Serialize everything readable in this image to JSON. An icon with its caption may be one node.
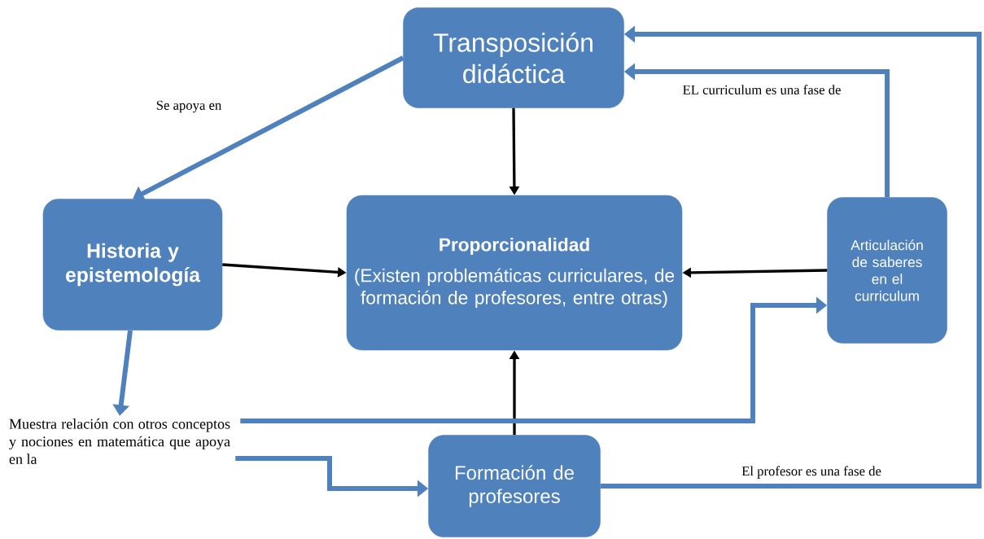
{
  "diagram": {
    "nodes": [
      {
        "text": [
          "Transposición didáctica"
        ]
      },
      {
        "text": [
          "Historia y epistemología"
        ]
      },
      {
        "text": [
          "Proporcionalidad",
          "(Existen problemáticas curriculares, de formación de profesores, entre otras)"
        ]
      },
      {
        "text": [
          "Articulación de saberes en el curriculum"
        ]
      },
      {
        "text": [
          "Muestra relación con otros conceptos y nociones en matemática que apoya en la"
        ]
      },
      {
        "text": [
          "Formación de profesores"
        ]
      }
    ],
    "edges": [
      {
        "from": 0,
        "to": 1,
        "arrow": "to",
        "label": "Se apoya en"
      },
      {
        "from": 0,
        "to": 2,
        "arrow": "to",
        "color": "#000000"
      },
      {
        "from": 1,
        "to": 2,
        "arrow": "to",
        "color": "#000000"
      },
      {
        "from": 3,
        "to": 2,
        "arrow": "to",
        "color": "#000000"
      },
      {
        "from": 5,
        "to": 2,
        "arrow": "to",
        "color": "#000000"
      },
      {
        "from": 1,
        "to": 4,
        "arrow": "to"
      },
      {
        "from": 4,
        "to": 3,
        "arrow": "to"
      },
      {
        "from": 4,
        "to": 5,
        "arrow": "to"
      },
      {
        "from": 3,
        "to": 0,
        "arrow": "to",
        "label": "EL curriculum es una fase de"
      },
      {
        "from": 5,
        "to": 0,
        "arrow": "to",
        "label": "El profesor es una fase de"
      }
    ]
  }
}
